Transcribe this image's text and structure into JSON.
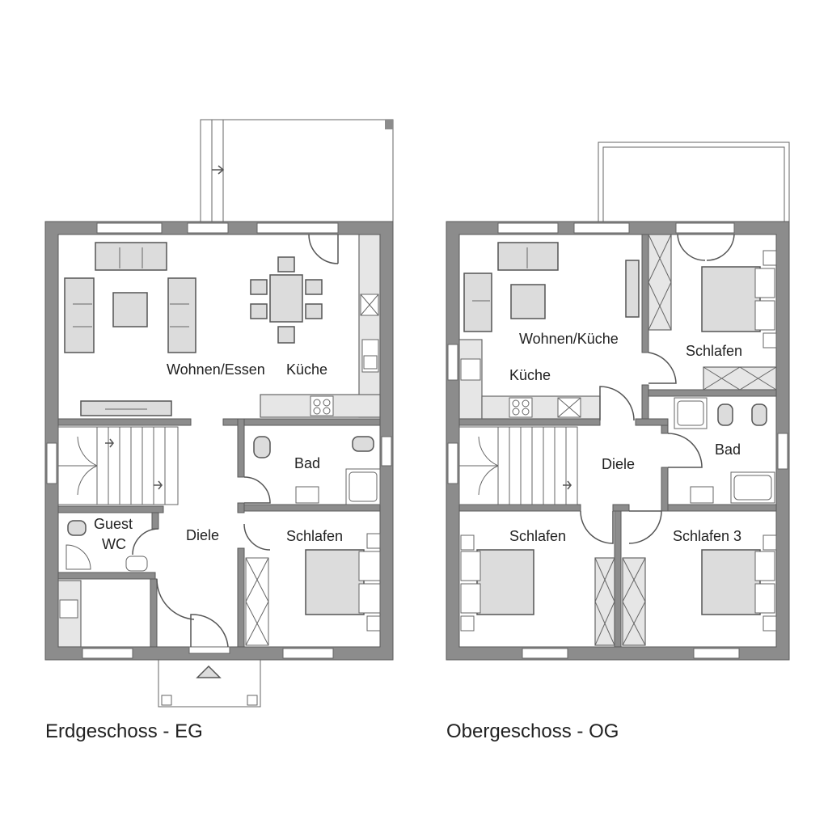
{
  "floors": [
    {
      "caption": "Erdgeschoss - EG",
      "rooms": {
        "wohnen_essen": "Wohnen/Essen",
        "kueche": "Küche",
        "bad": "Bad",
        "guest_wc_line1": "Guest",
        "guest_wc_line2": "WC",
        "diele": "Diele",
        "schlafen": "Schlafen"
      }
    },
    {
      "caption": "Obergeschoss - OG",
      "rooms": {
        "wohnen_kueche": "Wohnen/Küche",
        "kueche": "Küche",
        "schlafen": "Schlafen",
        "bad": "Bad",
        "diele": "Diele",
        "schlafen_2": "Schlafen",
        "schlafen_3": "Schlafen 3"
      }
    }
  ]
}
